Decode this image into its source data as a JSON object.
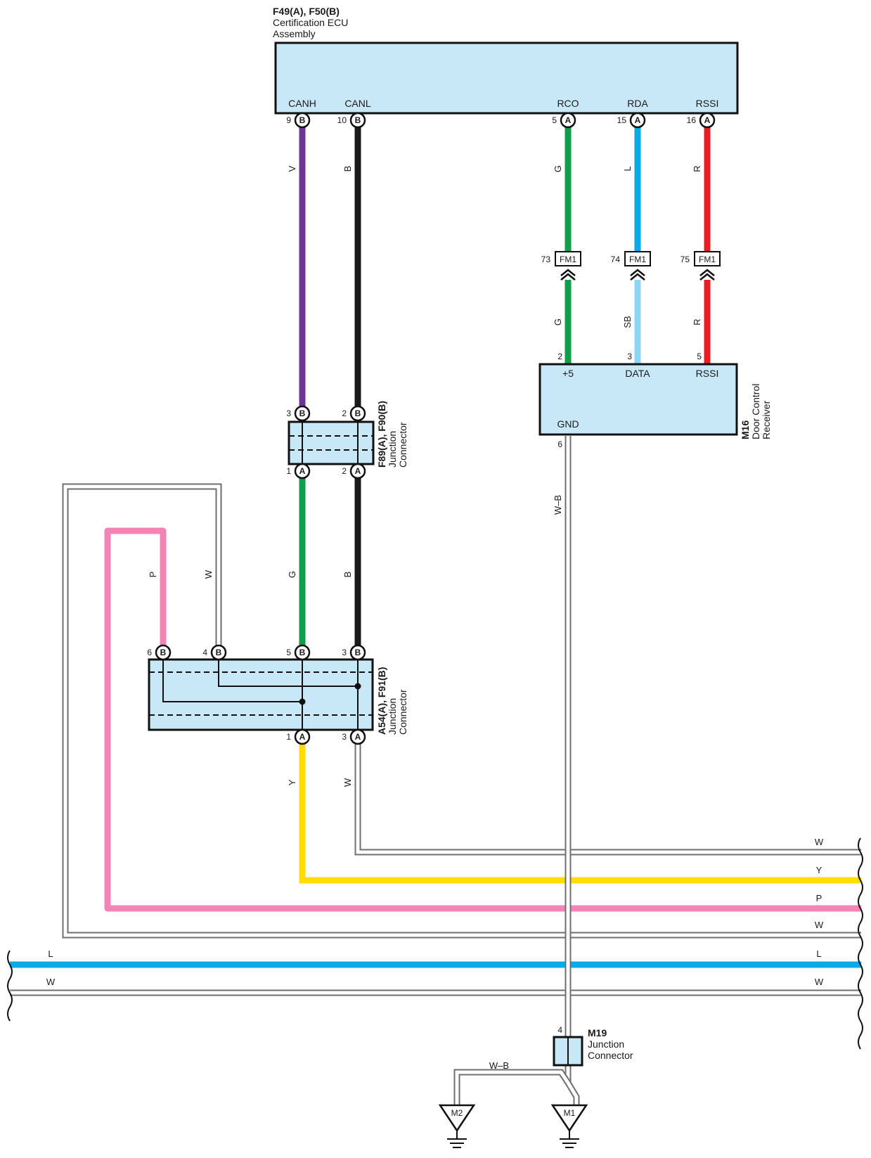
{
  "colors": {
    "V": "#6e3596",
    "B": "#1a1a1a",
    "G": "#0e9e4c",
    "L": "#0aaae8",
    "R": "#ec1c24",
    "SB": "#8ed4f5",
    "Y": "#ffdd00",
    "P": "#f285b5",
    "W": "#c9c9c9",
    "component_fill": "#c8e8f7"
  },
  "ecu": {
    "ids": "F49(A), F50(B)",
    "desc_line1": "Certification ECU",
    "desc_line2": "Assembly",
    "terminals": [
      {
        "name": "CANH",
        "pin": "9",
        "conn": "B"
      },
      {
        "name": "CANL",
        "pin": "10",
        "conn": "B"
      },
      {
        "name": "RCO",
        "pin": "5",
        "conn": "A"
      },
      {
        "name": "RDA",
        "pin": "15",
        "conn": "A"
      },
      {
        "name": "RSSI",
        "pin": "16",
        "conn": "A"
      }
    ]
  },
  "wire_codes": {
    "canh": "V",
    "canl": "B",
    "rco_upper": "G",
    "rda_upper": "L",
    "rssi_upper": "R",
    "rco_lower": "G",
    "rda_lower": "SB",
    "rssi_lower": "R",
    "gnd": "W–B",
    "jc2_g": "G",
    "jc2_b": "B",
    "jc2_p": "P",
    "jc2_w": "W",
    "jc2_y": "Y",
    "jc2_w_out": "W",
    "bus_w1": "W",
    "bus_y": "Y",
    "bus_p": "P",
    "bus_w2": "W",
    "bus_l_left": "L",
    "bus_l_right": "L",
    "bus_w3_left": "W",
    "bus_w3_right": "W",
    "ground_link": "W–B"
  },
  "fm1": {
    "label": "FM1",
    "pins": [
      "73",
      "74",
      "75"
    ]
  },
  "receiver": {
    "id": "M16",
    "desc_line1": "Door Control",
    "desc_line2": "Receiver",
    "terminals": [
      {
        "name": "+5",
        "pin": "2"
      },
      {
        "name": "DATA",
        "pin": "3"
      },
      {
        "name": "RSSI",
        "pin": "5"
      }
    ],
    "gnd_name": "GND",
    "gnd_pin": "6"
  },
  "jc1": {
    "ids": "F89(A), F90(B)",
    "desc_line1": "Junction",
    "desc_line2": "Connector",
    "top_pins": [
      {
        "pin": "3",
        "conn": "B"
      },
      {
        "pin": "2",
        "conn": "B"
      }
    ],
    "bottom_pins": [
      {
        "pin": "1",
        "conn": "A"
      },
      {
        "pin": "2",
        "conn": "A"
      }
    ]
  },
  "jc2": {
    "ids": "A54(A), F91(B)",
    "desc_line1": "Junction",
    "desc_line2": "Connector",
    "top_pins": [
      {
        "pin": "6",
        "conn": "B"
      },
      {
        "pin": "4",
        "conn": "B"
      },
      {
        "pin": "5",
        "conn": "B"
      },
      {
        "pin": "3",
        "conn": "B"
      }
    ],
    "bottom_pins": [
      {
        "pin": "1",
        "conn": "A"
      },
      {
        "pin": "3",
        "conn": "A"
      }
    ]
  },
  "m19": {
    "id": "M19",
    "desc_line1": "Junction",
    "desc_line2": "Connector",
    "pin": "4"
  },
  "grounds": [
    {
      "label": "M2"
    },
    {
      "label": "M1"
    }
  ]
}
